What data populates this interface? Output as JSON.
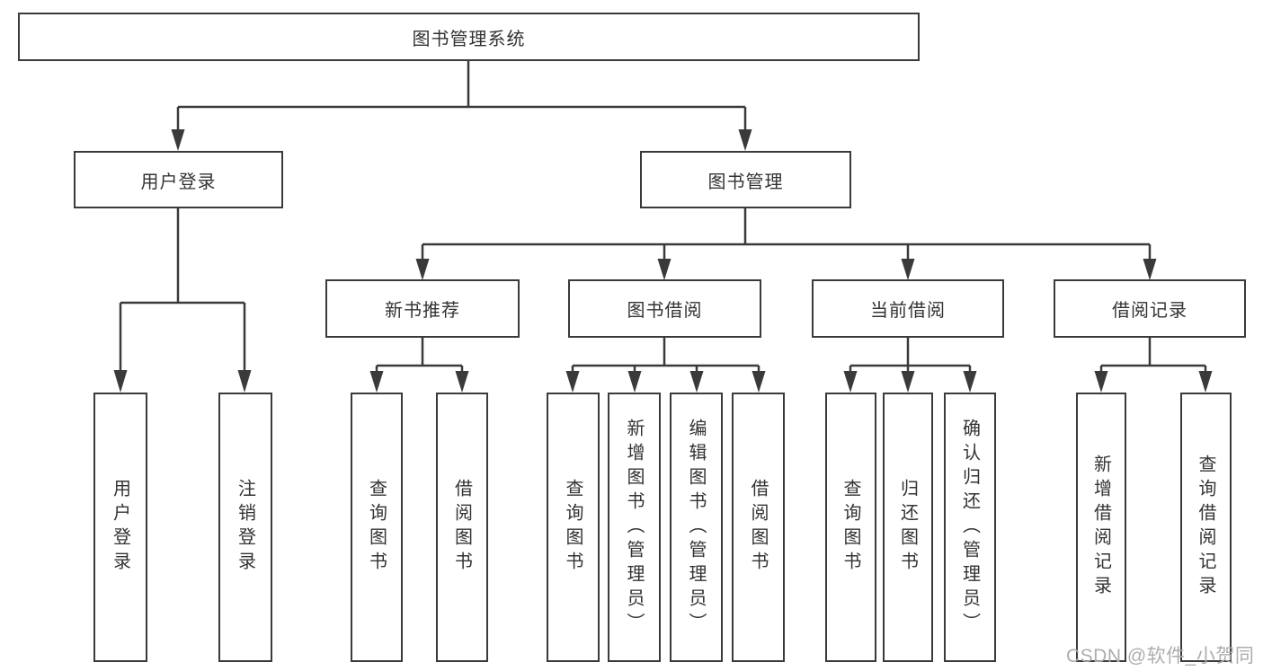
{
  "tree": {
    "label": "图书管理系统",
    "children": [
      {
        "label": "用户登录",
        "children": [
          {
            "label": "用户登录"
          },
          {
            "label": "注销登录"
          }
        ]
      },
      {
        "label": "图书管理",
        "children": [
          {
            "label": "新书推荐",
            "children": [
              {
                "label": "查询图书"
              },
              {
                "label": "借阅图书"
              }
            ]
          },
          {
            "label": "图书借阅",
            "children": [
              {
                "label": "查询图书"
              },
              {
                "label": "新增图书（管理员）"
              },
              {
                "label": "编辑图书（管理员）"
              },
              {
                "label": "借阅图书"
              }
            ]
          },
          {
            "label": "当前借阅",
            "children": [
              {
                "label": "查询图书"
              },
              {
                "label": "归还图书"
              },
              {
                "label": "确认归还（管理员）"
              }
            ]
          },
          {
            "label": "借阅记录",
            "children": [
              {
                "label": "新增借阅记录"
              },
              {
                "label": "查询借阅记录"
              }
            ]
          }
        ]
      }
    ]
  },
  "watermark": "CSDN @软件_小贺同学",
  "colors": {
    "line": "#3a3a3a",
    "text": "#333333",
    "watermark": "#adadad",
    "background": "#ffffff"
  }
}
